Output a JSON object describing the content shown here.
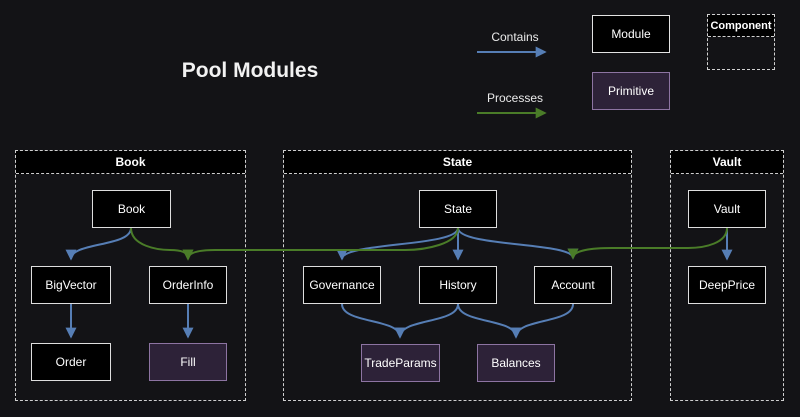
{
  "title": "Pool Modules",
  "legend": {
    "contains": "Contains",
    "processes": "Processes",
    "module": "Module",
    "primitive": "Primitive",
    "component": "Component"
  },
  "colors": {
    "background": "#131316",
    "contains_arrow": "#567eb5",
    "processes_arrow": "#4a7c28",
    "module_fill": "#000000",
    "module_border": "#e3e3e3",
    "primitive_fill": "#2d2238",
    "primitive_border": "#8d74a2",
    "container_border": "#cfcfcf"
  },
  "groups": [
    {
      "label": "Book",
      "nodes": [
        {
          "label": "Book",
          "type": "module"
        },
        {
          "label": "BigVector",
          "type": "module"
        },
        {
          "label": "OrderInfo",
          "type": "module"
        },
        {
          "label": "Order",
          "type": "module"
        },
        {
          "label": "Fill",
          "type": "primitive"
        }
      ]
    },
    {
      "label": "State",
      "nodes": [
        {
          "label": "State",
          "type": "module"
        },
        {
          "label": "Governance",
          "type": "module"
        },
        {
          "label": "History",
          "type": "module"
        },
        {
          "label": "Account",
          "type": "module"
        },
        {
          "label": "TradeParams",
          "type": "primitive"
        },
        {
          "label": "Balances",
          "type": "primitive"
        }
      ]
    },
    {
      "label": "Vault",
      "nodes": [
        {
          "label": "Vault",
          "type": "module"
        },
        {
          "label": "DeepPrice",
          "type": "module"
        }
      ]
    }
  ],
  "edges": {
    "contains": [
      {
        "from": "Book",
        "to": "BigVector"
      },
      {
        "from": "BigVector",
        "to": "Order"
      },
      {
        "from": "OrderInfo",
        "to": "Fill"
      },
      {
        "from": "State",
        "to": "Governance"
      },
      {
        "from": "State",
        "to": "History"
      },
      {
        "from": "State",
        "to": "Account"
      },
      {
        "from": "Governance",
        "to": "TradeParams"
      },
      {
        "from": "History",
        "to": "TradeParams"
      },
      {
        "from": "History",
        "to": "Balances"
      },
      {
        "from": "Account",
        "to": "Balances"
      },
      {
        "from": "Vault",
        "to": "DeepPrice"
      }
    ],
    "processes": [
      {
        "from": "Book",
        "to": "OrderInfo"
      },
      {
        "from": "State",
        "to": "OrderInfo"
      },
      {
        "from": "Vault",
        "to": "Account"
      }
    ]
  }
}
